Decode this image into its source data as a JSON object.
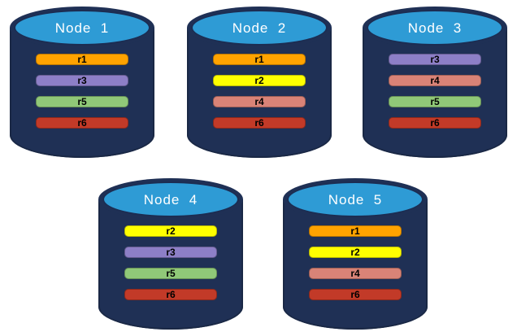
{
  "nodes": [
    {
      "label": "Node  1",
      "replicas": [
        "r1",
        "r3",
        "r5",
        "r6"
      ]
    },
    {
      "label": "Node  2",
      "replicas": [
        "r1",
        "r2",
        "r4",
        "r6"
      ]
    },
    {
      "label": "Node  3",
      "replicas": [
        "r3",
        "r4",
        "r5",
        "r6"
      ]
    },
    {
      "label": "Node  4",
      "replicas": [
        "r2",
        "r3",
        "r5",
        "r6"
      ]
    },
    {
      "label": "Node  5",
      "replicas": [
        "r1",
        "r2",
        "r4",
        "r6"
      ]
    }
  ],
  "replica_colors": {
    "r1": "#ffa300",
    "r2": "#ffff00",
    "r3": "#8d7fc7",
    "r4": "#d98377",
    "r5": "#90c878",
    "r6": "#c23a28"
  },
  "palette": {
    "cylinder_body": "#1f3055",
    "cylinder_top": "#2e9bd5",
    "background": "#ffffff",
    "title_text": "#ffffff",
    "bar_text": "#000000"
  }
}
